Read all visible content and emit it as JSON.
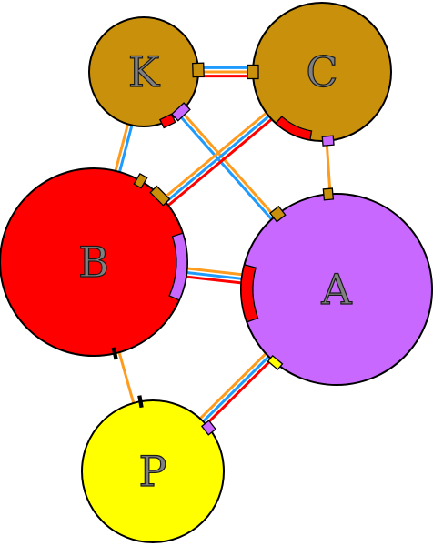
{
  "colors": {
    "red": "#ff0000",
    "blue": "#1e9bff",
    "orange": "#ff9c1e",
    "gold": "#c8900b",
    "purple": "#c868ff",
    "yellow": "#ffff00",
    "outline": "#000000",
    "label_fill": "#808080"
  },
  "nodes": [
    {
      "id": "K",
      "label": "K",
      "color": "#c8900b"
    },
    {
      "id": "C",
      "label": "C",
      "color": "#c8900b"
    },
    {
      "id": "B",
      "label": "B",
      "color": "#ff0000"
    },
    {
      "id": "A",
      "label": "A",
      "color": "#c868ff"
    },
    {
      "id": "P",
      "label": "P",
      "color": "#ffff00"
    }
  ],
  "edges": [
    {
      "from": "K",
      "to": "C",
      "strands": [
        "#1e9bff",
        "#ff9c1e",
        "#ff0000"
      ]
    },
    {
      "from": "K",
      "to": "B",
      "strands": [
        "#1e9bff",
        "#ff9c1e"
      ]
    },
    {
      "from": "K",
      "to": "A",
      "strands": [
        "#ff9c1e",
        "#1e9bff"
      ]
    },
    {
      "from": "C",
      "to": "B",
      "strands": [
        "#ff0000",
        "#1e9bff",
        "#ff9c1e"
      ]
    },
    {
      "from": "C",
      "to": "A",
      "strands": [
        "#ff9c1e"
      ]
    },
    {
      "from": "B",
      "to": "A",
      "strands": [
        "#ff9c1e",
        "#1e9bff",
        "#ff0000"
      ]
    },
    {
      "from": "B",
      "to": "P",
      "strands": [
        "#ff9c1e"
      ]
    },
    {
      "from": "A",
      "to": "P",
      "strands": [
        "#ff0000",
        "#1e9bff",
        "#ff9c1e"
      ]
    }
  ]
}
